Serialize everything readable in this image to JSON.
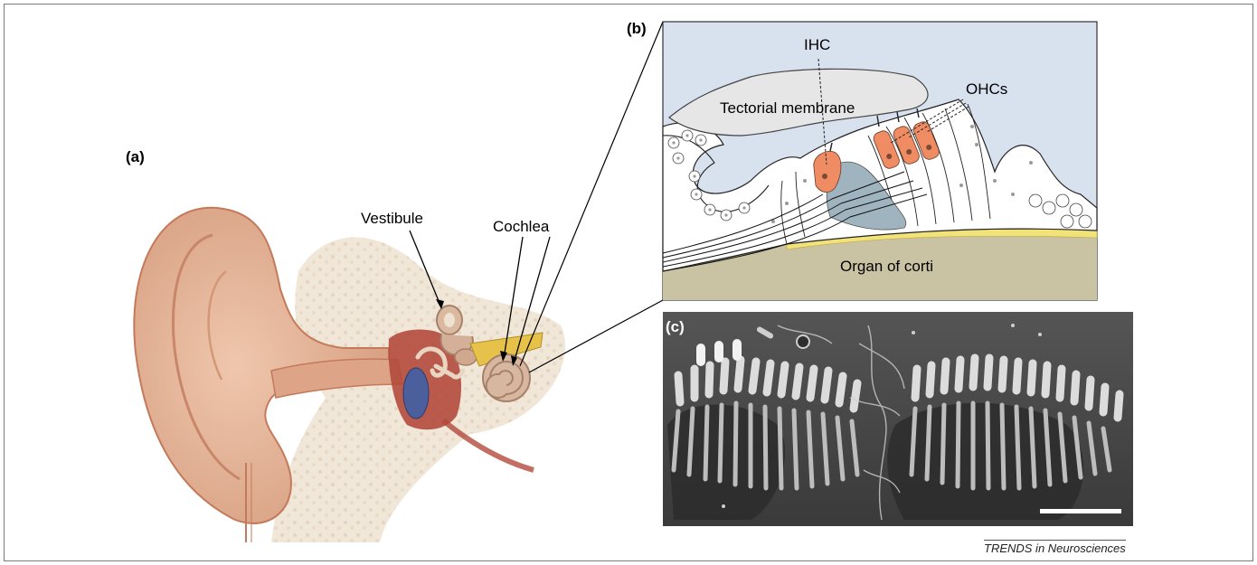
{
  "panels": {
    "a": "(a)",
    "b": "(b)",
    "c": "(c)"
  },
  "ear_labels": {
    "vestibule": "Vestibule",
    "cochlea": "Cochlea"
  },
  "corti_labels": {
    "ihc": "IHC",
    "ohcs": "OHCs",
    "tectorial": "Tectorial membrane",
    "organ": "Organ of corti"
  },
  "credit": "TRENDS in Neurosciences",
  "colors": {
    "skin": "#e6b49a",
    "skin_dark": "#c9866a",
    "bone": "#efe2d0",
    "hair_cell": "#f08c63",
    "tectorial": "#e6e6e6",
    "fluid": "#d8e1ee",
    "basilar": "#f2e27a",
    "organ_base": "#c9c3a4",
    "sem_bg": "#4a4a4a"
  }
}
